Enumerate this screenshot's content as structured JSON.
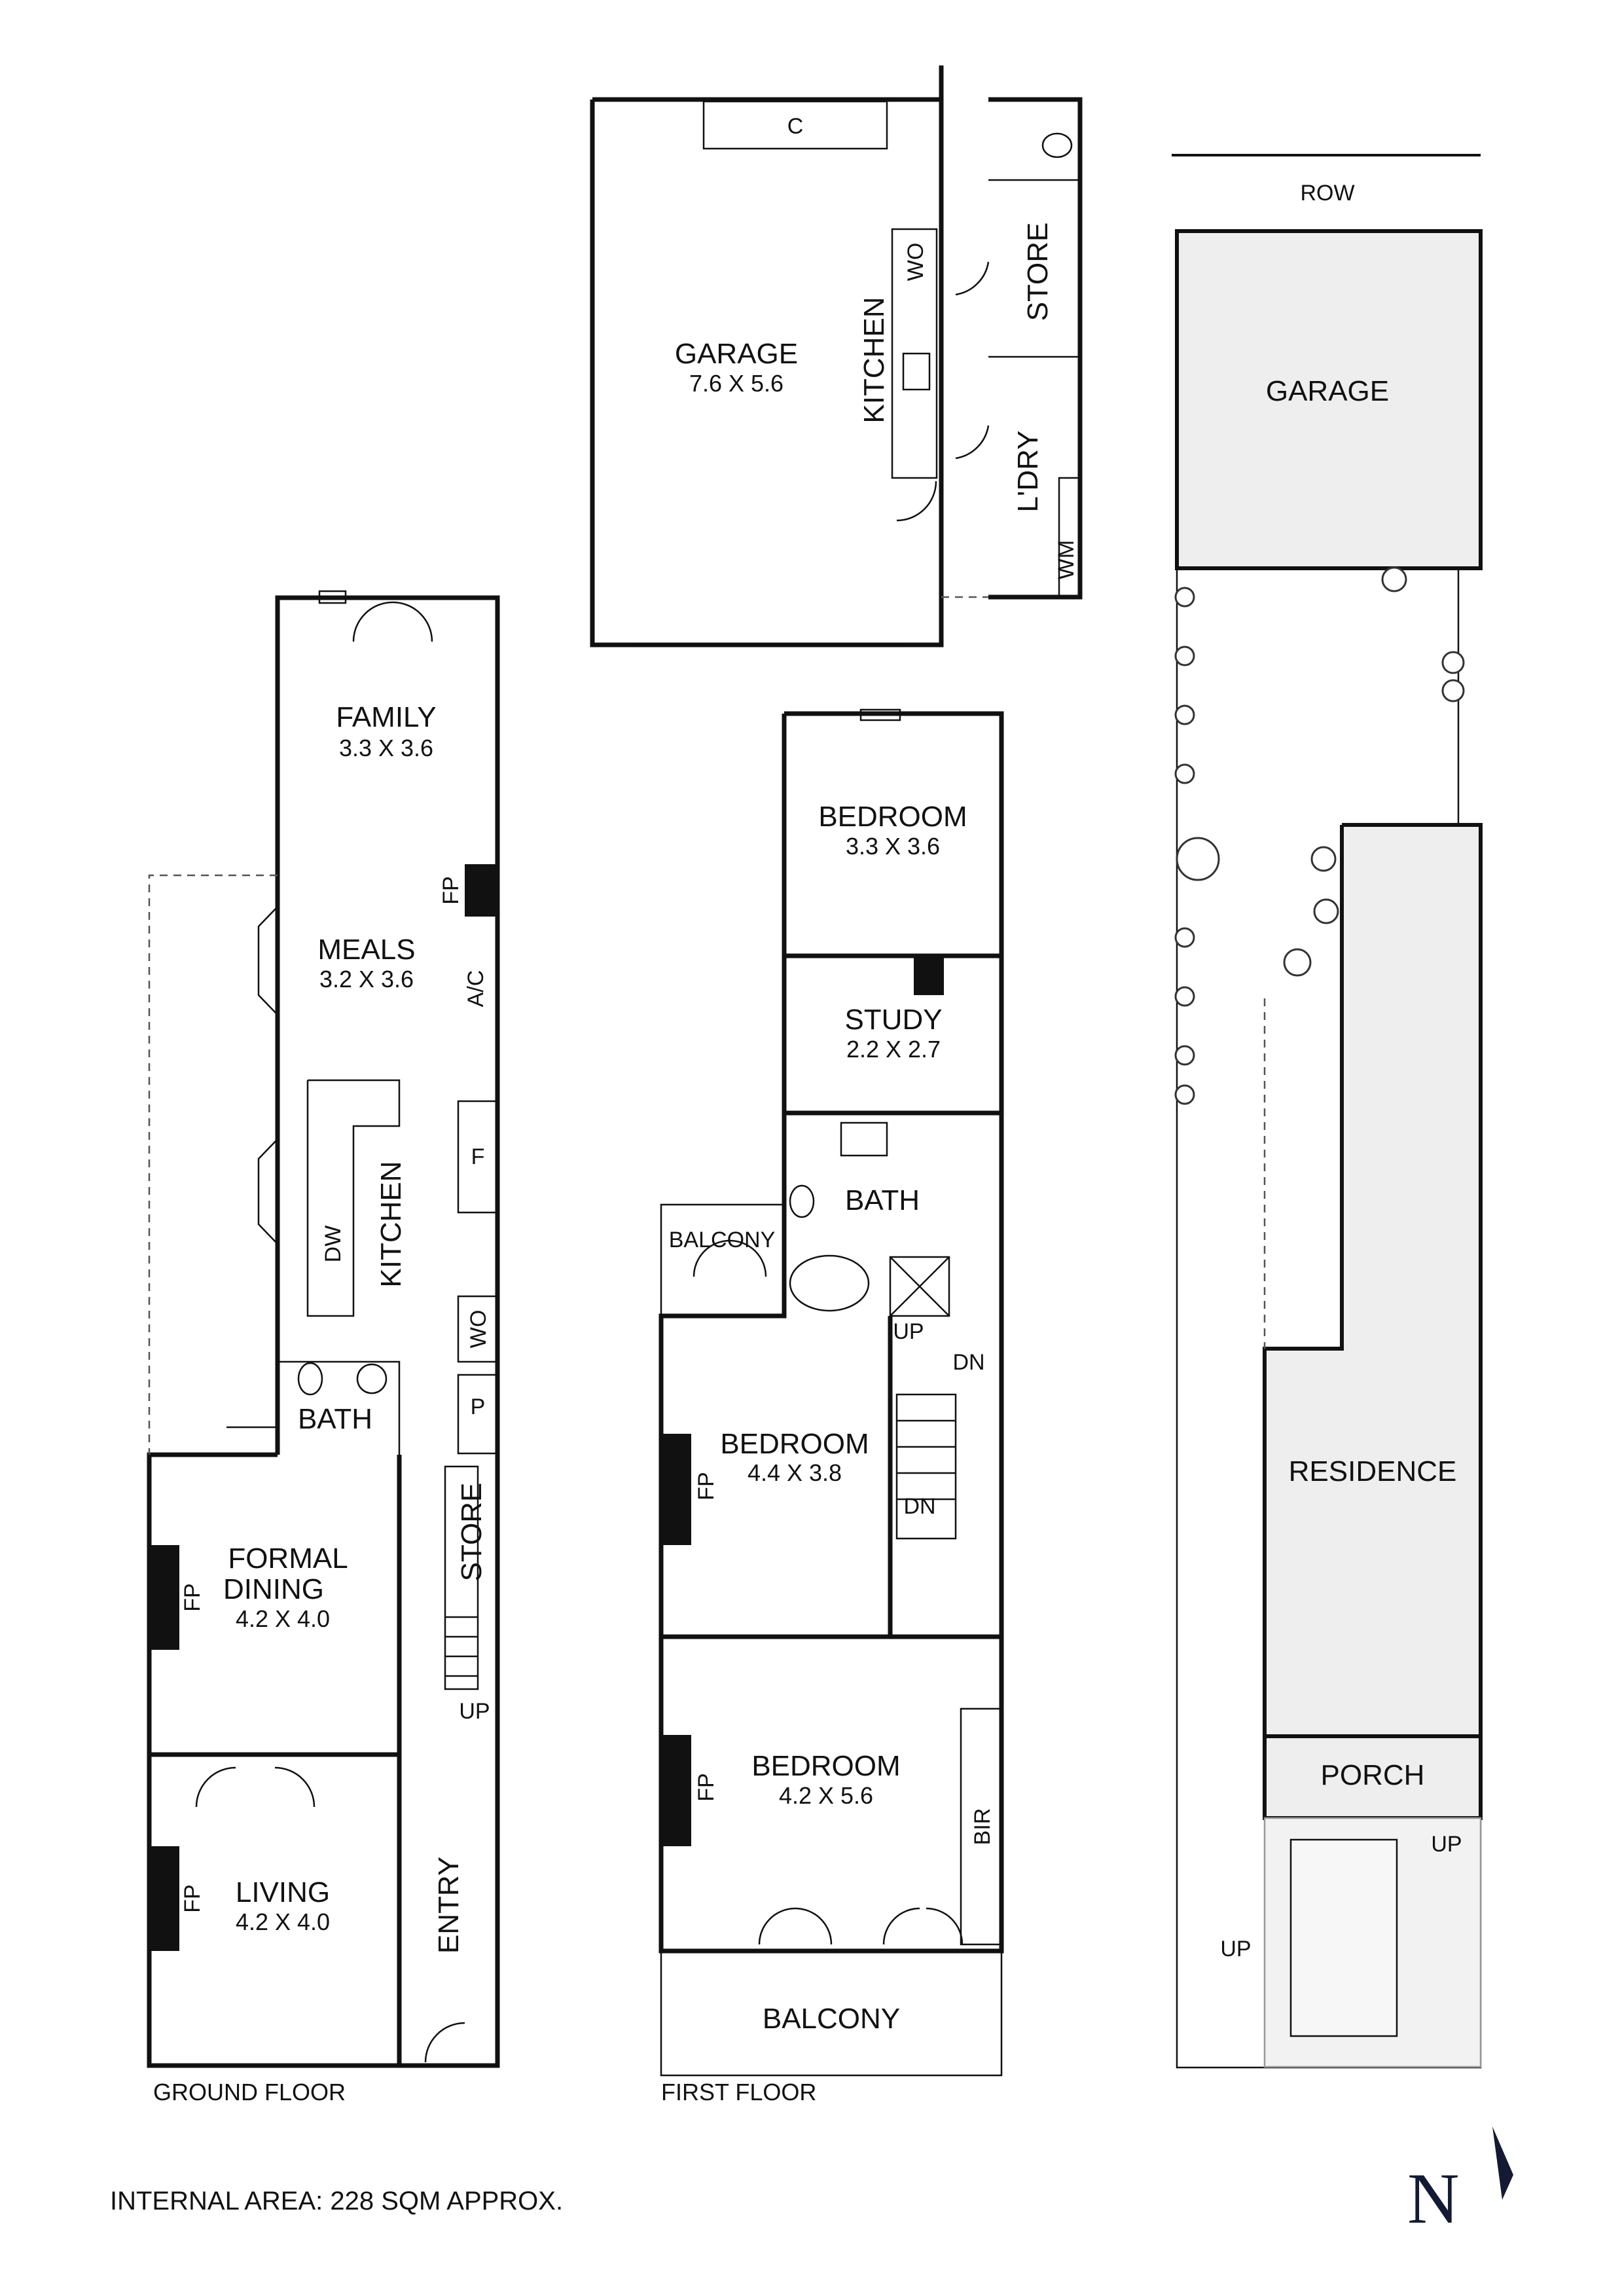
{
  "ground_floor": {
    "caption": "GROUND FLOOR",
    "family": {
      "name": "FAMILY",
      "dims": "3.3 X 3.6"
    },
    "meals": {
      "name": "MEALS",
      "dims": "3.2 X 3.6"
    },
    "kitchen": "KITCHEN",
    "bath": "BATH",
    "formal_dining": {
      "line1": "FORMAL",
      "line2": "DINING",
      "dims": "4.2 X 4.0"
    },
    "living": {
      "name": "LIVING",
      "dims": "4.2 X 4.0"
    },
    "store": "STORE",
    "entry": "ENTRY",
    "fixtures": {
      "fp": "FP",
      "ac": "A/C",
      "f": "F",
      "wo": "WO",
      "p": "P",
      "dw": "DW",
      "up": "UP"
    }
  },
  "outbuilding": {
    "garage": {
      "name": "GARAGE",
      "dims": "7.6 X 5.6"
    },
    "kitchen": "KITCHEN",
    "store": "STORE",
    "laundry": "L'DRY",
    "fixtures": {
      "c": "C",
      "wo": "WO",
      "wm": "WM"
    }
  },
  "first_floor": {
    "caption": "FIRST FLOOR",
    "bedroom_rear": {
      "name": "BEDROOM",
      "dims": "3.3 X 3.6"
    },
    "study": {
      "name": "STUDY",
      "dims": "2.2 X 2.7"
    },
    "bath": "BATH",
    "balcony_side": "BALCONY",
    "bedroom_middle": {
      "name": "BEDROOM",
      "dims": "4.4 X 3.8"
    },
    "bedroom_front": {
      "name": "BEDROOM",
      "dims": "4.2 X 5.6"
    },
    "balcony_front": "BALCONY",
    "fixtures": {
      "fp": "FP",
      "bir": "BIR",
      "up": "UP",
      "dn": "DN"
    }
  },
  "site_plan": {
    "row": "ROW",
    "garage": "GARAGE",
    "residence": "RESIDENCE",
    "porch": "PORCH",
    "up": "UP"
  },
  "footer": {
    "internal_area": "INTERNAL AREA:  228 SQM APPROX.",
    "north_letter": "N"
  }
}
